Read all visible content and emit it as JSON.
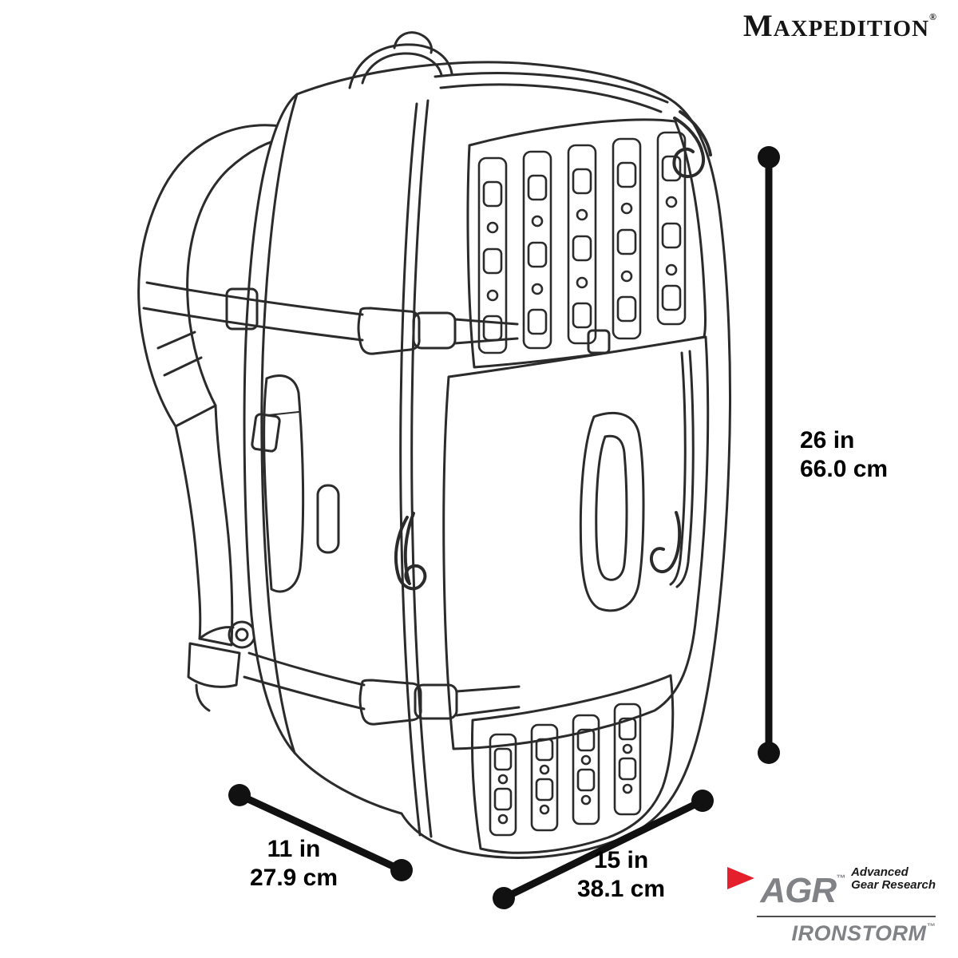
{
  "brand": {
    "name": "Maxpedition",
    "reg": "®"
  },
  "dims": {
    "height_in": "26 in",
    "height_cm": "66.0 cm",
    "width_in": "11 in",
    "width_cm": "27.9 cm",
    "depth_in": "15 in",
    "depth_cm": "38.1 cm"
  },
  "footer": {
    "agr": "AGR",
    "agr_tm": "™",
    "agr_sub1": "Advanced",
    "agr_sub2": "Gear Research",
    "product": "IRONSTORM",
    "product_tm": "™"
  },
  "colors": {
    "line": "#2b2b2b",
    "dimension": "#111111",
    "accent_red": "#e4202c",
    "logo_gray": "#808285"
  },
  "illustration": {
    "subject": "backpack 3/4-view technical line drawing with MOLLE panels, straps and dimension markers"
  }
}
